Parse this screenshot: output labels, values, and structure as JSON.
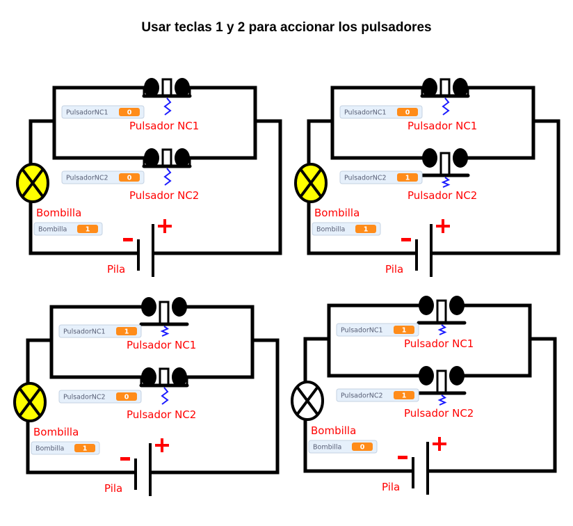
{
  "title": "Usar teclas 1 y 2 para accionar los pulsadores",
  "labels": {
    "button1": "Pulsador NC1",
    "button2": "Pulsador NC2",
    "bulb": "Bombilla",
    "battery": "Pila",
    "minus": "-",
    "plus": "+"
  },
  "monitor_names": {
    "button1": "PulsadorNC1",
    "button2": "PulsadorNC2",
    "bulb": "Bombilla"
  },
  "colors": {
    "wire": "#000000",
    "label": "#ff0000",
    "spring": "#1a1aff",
    "bulb_on": "#ffff00",
    "bulb_off": "#ffffff",
    "monitor_value": "#ff8c1a"
  },
  "panels": [
    {
      "id": "top-left",
      "PulsadorNC1": "0",
      "PulsadorNC2": "0",
      "Bombilla": "1",
      "nc1_pressed": false,
      "nc2_pressed": false,
      "bulb_on": true
    },
    {
      "id": "top-right",
      "PulsadorNC1": "0",
      "PulsadorNC2": "1",
      "Bombilla": "1",
      "nc1_pressed": false,
      "nc2_pressed": true,
      "bulb_on": true
    },
    {
      "id": "bottom-left",
      "PulsadorNC1": "1",
      "PulsadorNC2": "0",
      "Bombilla": "1",
      "nc1_pressed": true,
      "nc2_pressed": false,
      "bulb_on": true
    },
    {
      "id": "bottom-right",
      "PulsadorNC1": "1",
      "PulsadorNC2": "1",
      "Bombilla": "0",
      "nc1_pressed": true,
      "nc2_pressed": true,
      "bulb_on": false
    }
  ]
}
